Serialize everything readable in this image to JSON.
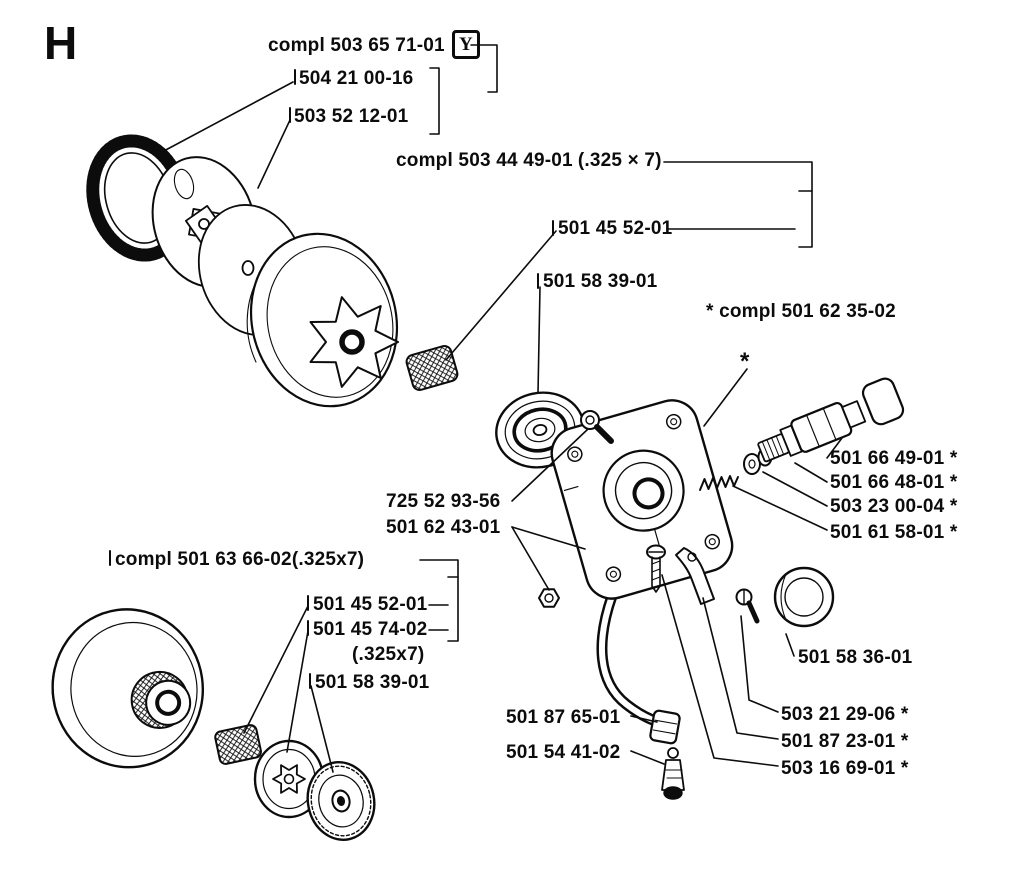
{
  "colors": {
    "ink": "#0c0c0c",
    "background": "#ffffff"
  },
  "diagram": {
    "section_letter": "H",
    "badge_y": "Y",
    "star_callout": "*",
    "labels": {
      "compl_top": "compl 503 65 71-01",
      "p_5042100_16": "504 21 00-16",
      "p_5035212_01": "503 52 12-01",
      "compl_chain_top": "compl 503 44 49-01",
      "compl_chain_top_spec": "(.325 × 7)",
      "p_5014552_01_top": "501 45 52-01",
      "p_5015839_01_top": "501 58 39-01",
      "note_compl_pump": "* compl 501 62 35-02",
      "p_5016649_01": "501 66 49-01 *",
      "p_5016648_01": "501 66 48-01 *",
      "p_5032300_04": "503 23 00-04 *",
      "p_5016158_01": "501 61 58-01 *",
      "p_7255293_56": "725 52 93-56",
      "p_5016243_01": "501 62 43-01",
      "compl_chain_bottom": "compl 501 63 66-02",
      "compl_chain_bottom_spec": "(.325x7)",
      "p_5014552_01_bottom": "501 45 52-01",
      "p_5014574_02": "501 45 74-02",
      "p_5014574_02_spec": "(.325x7)",
      "p_5015839_01_bottom": "501 58 39-01",
      "p_5015836_01": "501 58 36-01",
      "p_5018765_01": "501 87 65-01",
      "p_5015441_02": "501 54 41-02",
      "p_5032129_06": "503 21 29-06  *",
      "p_5018723_01": "501 87 23-01  *",
      "p_5031669_01": "503 16 69-01  *"
    }
  }
}
